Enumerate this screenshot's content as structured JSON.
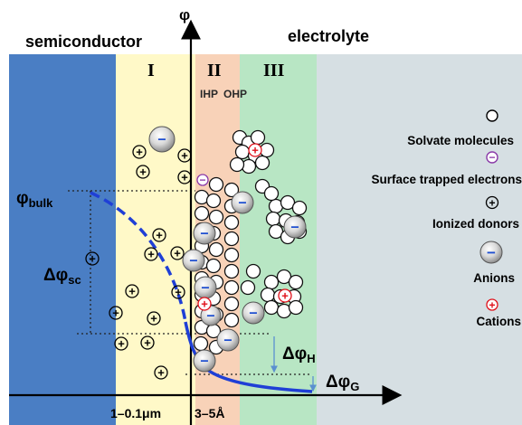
{
  "labels": {
    "axis_y": "φ",
    "semiconductor": "semiconductor",
    "electrolyte": "electrolyte",
    "region_1": "I",
    "region_2": "II",
    "region_3": "III",
    "ihp": "IHP",
    "ohp": "OHP",
    "phi_bulk": "φ",
    "phi_bulk_sub": "bulk",
    "delta_phi_sc": "Δφ",
    "delta_phi_sc_sub": "sc",
    "delta_phi_h": "Δφ",
    "delta_phi_h_sub": "H",
    "delta_phi_g": "Δφ",
    "delta_phi_g_sub": "G",
    "width_1": "1–0.1μm",
    "width_2": "3–5Å"
  },
  "legend": [
    {
      "symbol": "",
      "label": "Solvate molecules"
    },
    {
      "symbol": "−",
      "label": "Surface trapped electrons"
    },
    {
      "symbol": "+",
      "label": "Ionized donors"
    },
    {
      "symbol": "−",
      "label": "Anions"
    },
    {
      "symbol": "+",
      "label": "Cations"
    }
  ],
  "particles": {
    "donor": "+",
    "anion": "−",
    "cation": "+",
    "trapped": "−"
  },
  "colors": {
    "semiconductor_bulk": "#4a7ec4",
    "region_1": "#fff9c8",
    "region_2": "#f8d2b8",
    "region_3": "#b8e6c4",
    "electrolyte_bulk": "#d6dfe3",
    "potential_curve": "#1f3fd6",
    "cation_sign": "#e0101a",
    "trapped_sign": "#8a3aa8",
    "anion_sign": "#1f4fd0"
  }
}
